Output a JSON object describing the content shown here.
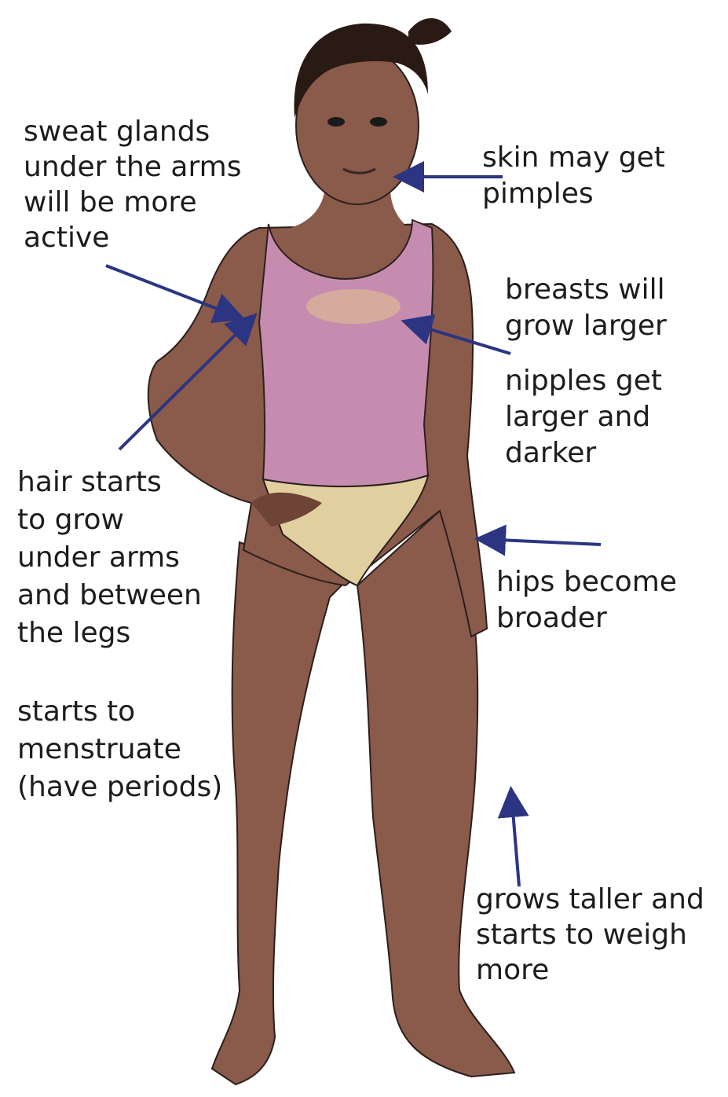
{
  "colors": {
    "arrow": "#2b3582",
    "skin": "#8a5a4a",
    "skin_shadow": "#6e4436",
    "top": "#c98fb6",
    "top_highlight": "#e6c98a",
    "underwear": "#e2cfa0",
    "hair": "#2a1a14",
    "outline": "#2a1f1c"
  },
  "labels": {
    "sweat_glands": "sweat glands\nunder the arms\nwill be more\nactive",
    "skin": "skin may get\npimples",
    "breasts": "breasts will\ngrow larger",
    "nipples": "nipples get\nlarger and\ndarker",
    "hair": "hair starts\nto grow\nunder arms\nand between\nthe legs",
    "hips": "hips become\nbroader",
    "menstruate": "starts to\nmenstruate\n(have periods)",
    "grows": "grows taller and\nstarts to weigh\nmore"
  }
}
